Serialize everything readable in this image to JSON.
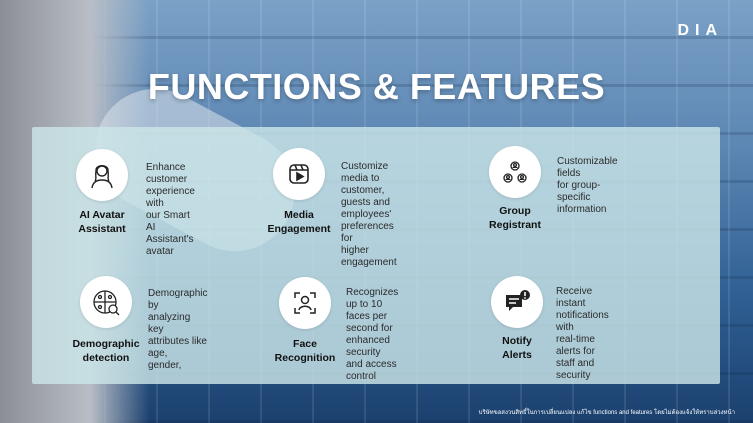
{
  "brand": {
    "logo": "DIA"
  },
  "header": {
    "title": "FUNCTIONS & FEATURES"
  },
  "features": [
    {
      "label": "AI Avatar\nAssistant",
      "icon": "avatar-icon",
      "description": "Enhance customer\nexperience with\nour Smart AI\nAssistant's avatar"
    },
    {
      "label": "Media\nEngagement",
      "icon": "media-play-icon",
      "description": "Customize media to\ncustomer, guests and\nemployees' preferences for\nhigher engagement"
    },
    {
      "label": "Group\nRegistrant",
      "icon": "group-icon",
      "description": "Customizable fields\nfor group-specific\ninformation"
    },
    {
      "label": "Demographic\ndetection",
      "icon": "demographic-icon",
      "description": "Demographic by\nanalyzing key\nattributes like age,\ngender,"
    },
    {
      "label": "Face\nRecognition",
      "icon": "face-scan-icon",
      "description": "Recognizes up to 10\nfaces per second for\nenhanced security\nand access control"
    },
    {
      "label": "Notify\nAlerts",
      "icon": "chat-alert-icon",
      "description": "Receive instant\nnotifications with\nreal-time alerts for\nstaff and security"
    }
  ],
  "footer": {
    "note": "บริษัทขอสงวนสิทธิ์ในการเปลี่ยนแปลง แก้ไข functions and features โดยไม่ต้องแจ้งให้ทราบล่วงหน้า"
  }
}
